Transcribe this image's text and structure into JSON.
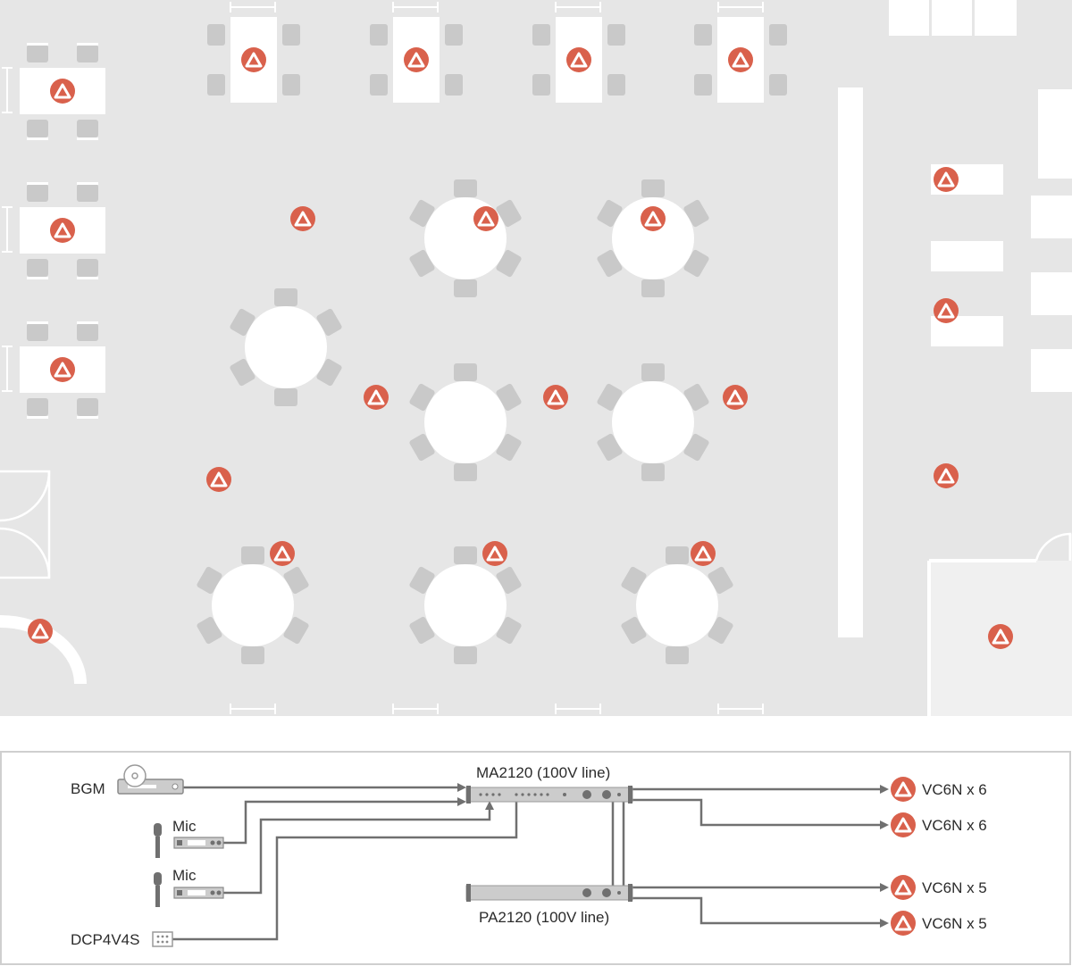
{
  "colors": {
    "floor": "#e6e6e6",
    "furniture": "#ffffff",
    "chair": "#c9c9c9",
    "speaker": "#d9614c",
    "cable": "#707070",
    "device": "#cccccc"
  },
  "icons": {
    "speaker": "ceiling-speaker-icon",
    "cd_player": "cd-player-icon",
    "microphone": "microphone-icon",
    "wall_panel": "wall-control-panel-icon"
  },
  "wiring": {
    "sources": {
      "bgm": "BGM",
      "mic1": "Mic",
      "mic2": "Mic",
      "panel": "DCP4V4S"
    },
    "amplifiers": {
      "main": "MA2120 (100V line)",
      "power": "PA2120 (100V line)"
    },
    "outputs": [
      "VC6N x 6",
      "VC6N x 6",
      "VC6N x 5",
      "VC6N x 5"
    ]
  }
}
